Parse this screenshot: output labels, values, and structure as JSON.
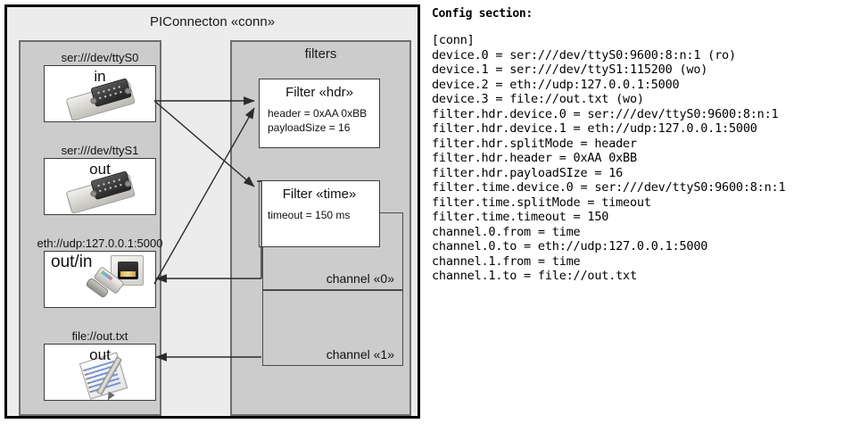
{
  "diagram": {
    "root_title": "PIConnecton «conn»",
    "devices_panel": {
      "name": "devices",
      "items": [
        {
          "caption": "ser:///dev/ttyS0",
          "label": "in",
          "icon": "serial-port-icon"
        },
        {
          "caption": "ser:///dev/ttyS1",
          "label": "out",
          "icon": "serial-port-icon"
        },
        {
          "caption": "eth://udp:127.0.0.1:5000",
          "label": "out/in",
          "icon": "ethernet-jack-icon"
        },
        {
          "caption": "file://out.txt",
          "label": "out",
          "icon": "text-file-icon"
        }
      ]
    },
    "filters_panel": {
      "title": "filters",
      "filters": [
        {
          "title": "Filter «hdr»",
          "attrs": [
            "header = 0xAA 0xBB",
            "payloadSize = 16"
          ]
        },
        {
          "title": "Filter «time»",
          "attrs": [
            "timeout = 150 ms"
          ]
        }
      ],
      "channels": [
        {
          "label": "channel «0»"
        },
        {
          "label": "channel «1»"
        }
      ]
    },
    "colors": {
      "outer_background": "#ececec",
      "panel_background": "#cccccc",
      "box_background": "#ffffff",
      "border_dark": "#000000",
      "border_panel": "#6e6e6e",
      "border_box": "#3d3d3d",
      "arrow": "#2b2b2b"
    }
  },
  "config": {
    "heading": "Config section:",
    "lines": [
      "[conn]",
      "device.0 = ser:///dev/ttyS0:9600:8:n:1 (ro)",
      "device.1 = ser:///dev/ttyS1:115200 (wo)",
      "device.2 = eth://udp:127.0.0.1:5000",
      "device.3 = file://out.txt (wo)",
      "filter.hdr.device.0 = ser:///dev/ttyS0:9600:8:n:1",
      "filter.hdr.device.1 = eth://udp:127.0.0.1:5000",
      "filter.hdr.splitMode = header",
      "filter.hdr.header = 0xAA 0xBB",
      "filter.hdr.payloadSIze = 16",
      "filter.time.device.0 = ser:///dev/ttyS0:9600:8:n:1",
      "filter.time.splitMode = timeout",
      "filter.time.timeout = 150",
      "channel.0.from = time",
      "channel.0.to = eth://udp:127.0.0.1:5000",
      "channel.1.from = time",
      "channel.1.to = file://out.txt"
    ]
  }
}
